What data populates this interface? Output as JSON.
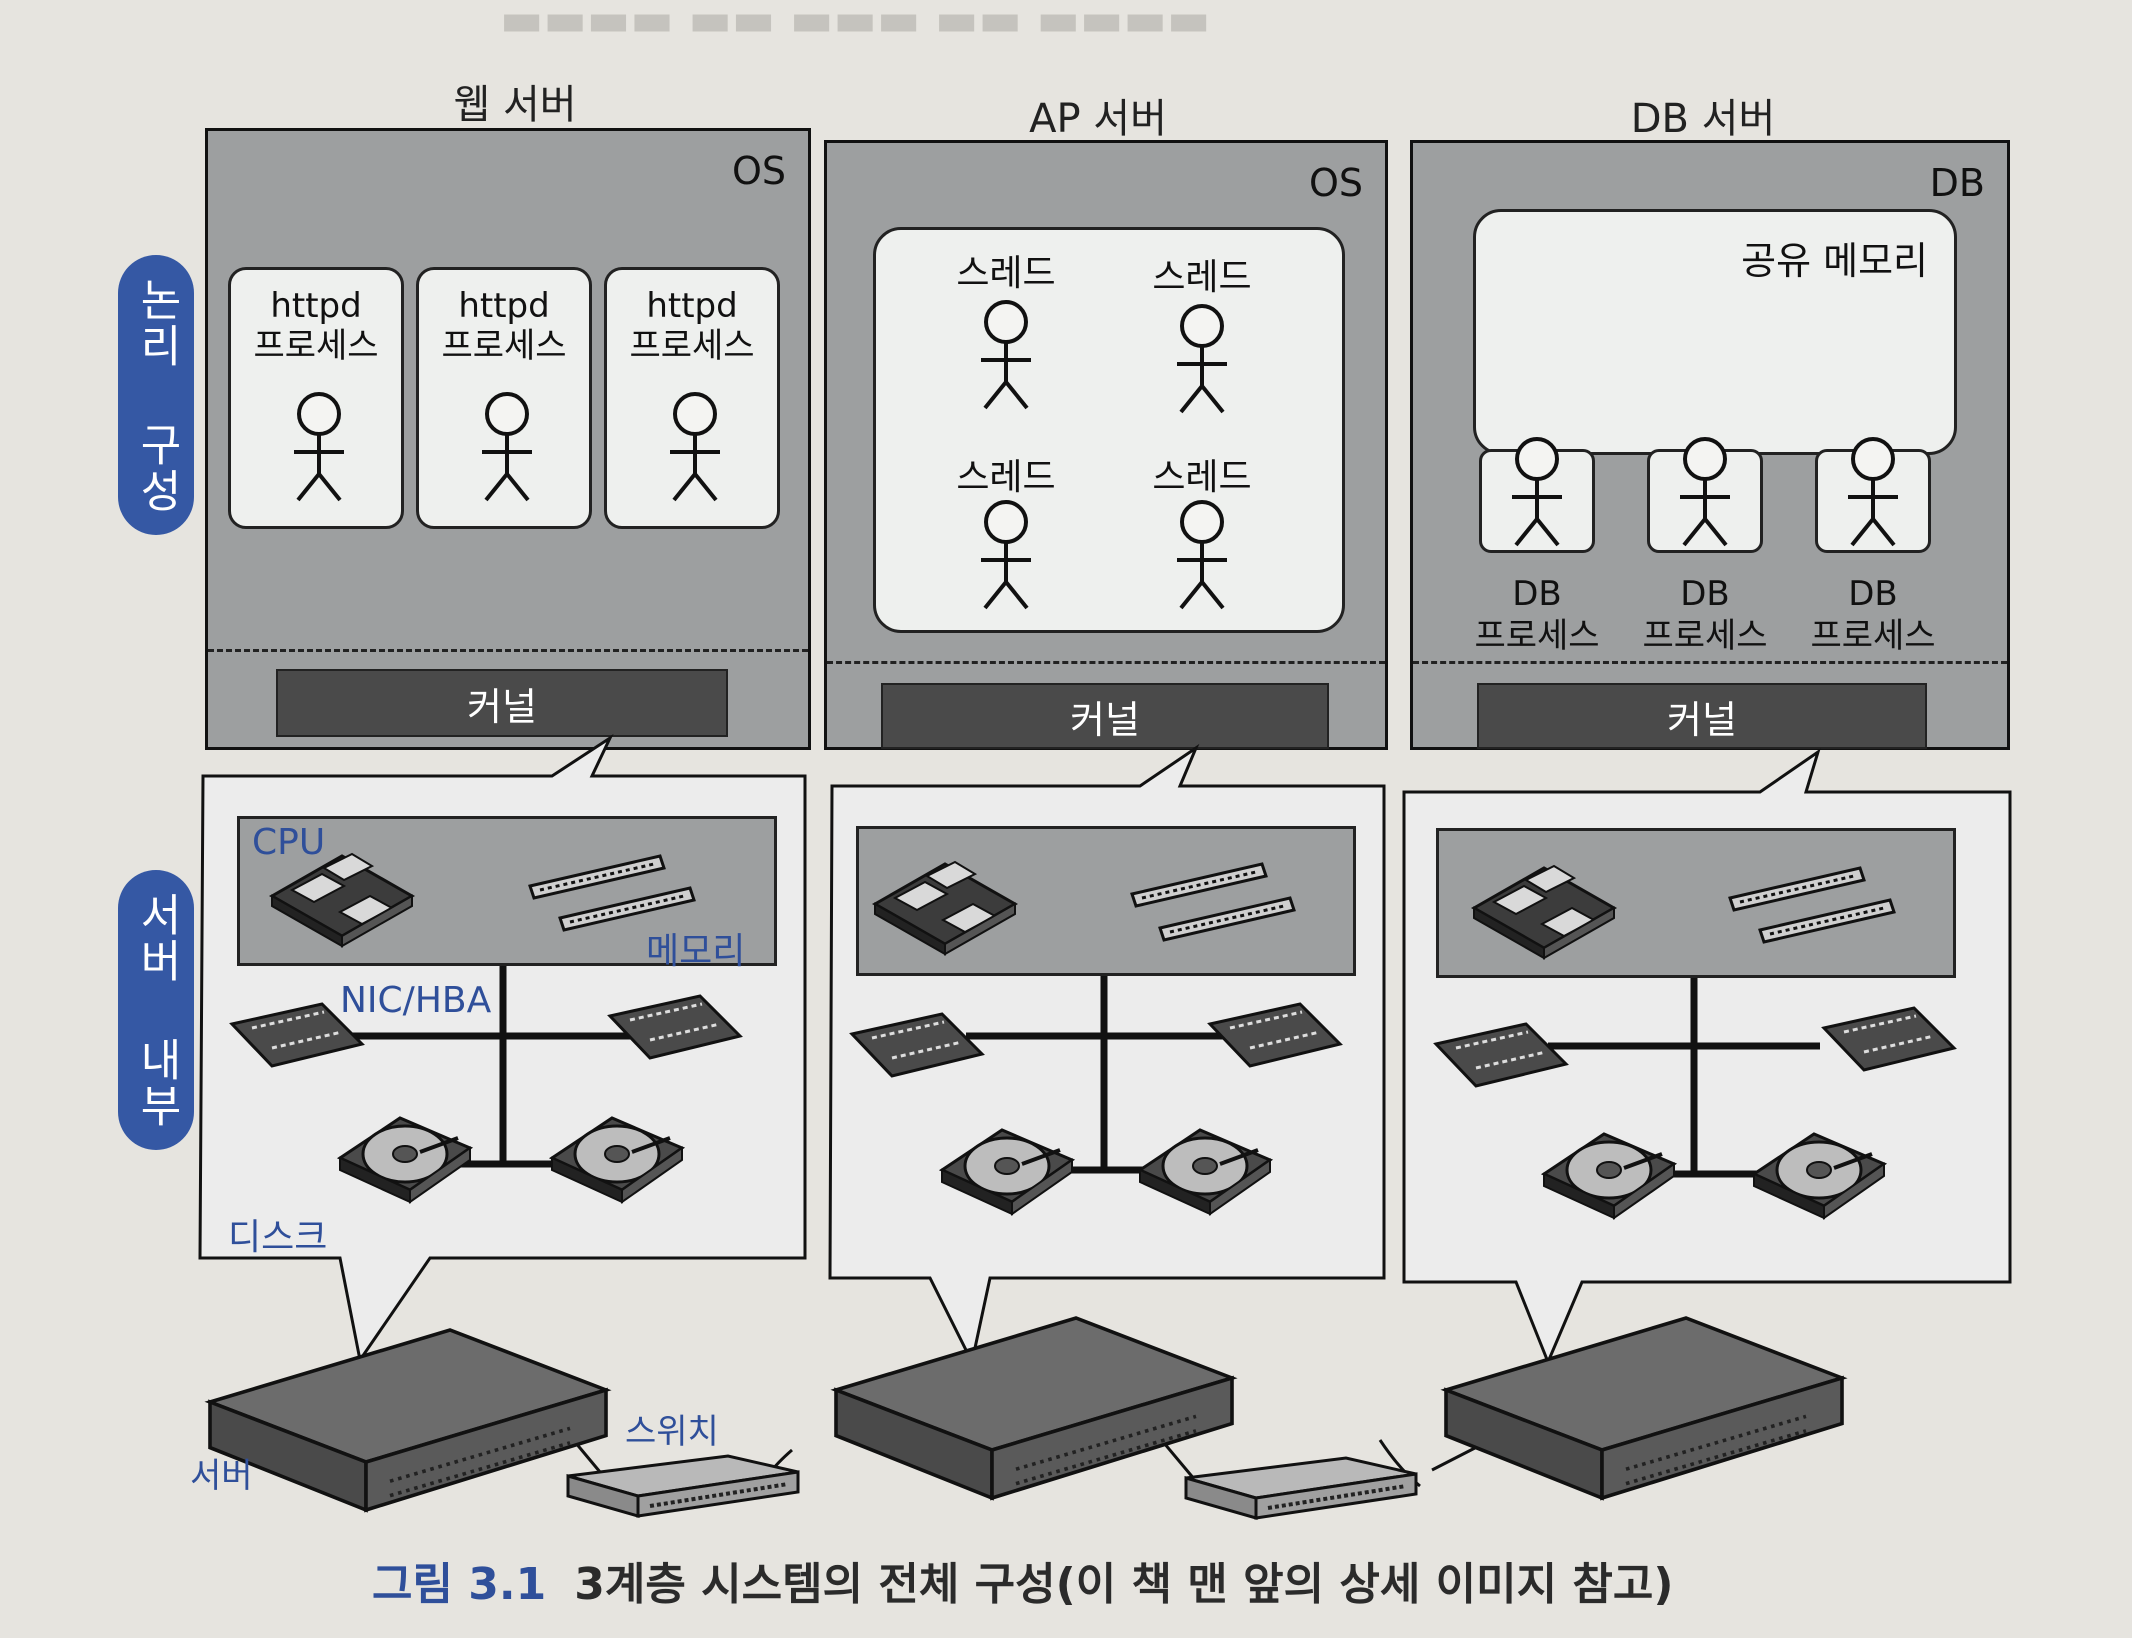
{
  "servers": [
    {
      "title": "웹 서버",
      "os_label": "OS",
      "kernel_label": "커널",
      "processes": [
        {
          "line1": "httpd",
          "line2": "프로세스"
        },
        {
          "line1": "httpd",
          "line2": "프로세스"
        },
        {
          "line1": "httpd",
          "line2": "프로세스"
        }
      ]
    },
    {
      "title": "AP 서버",
      "os_label": "OS",
      "kernel_label": "커널",
      "threads": [
        "스레드",
        "스레드",
        "스레드",
        "스레드"
      ]
    },
    {
      "title": "DB 서버",
      "os_label": "DB",
      "kernel_label": "커널",
      "shared_memory_label": "공유 메모리",
      "db_processes": [
        {
          "line1": "DB",
          "line2": "프로세스"
        },
        {
          "line1": "DB",
          "line2": "프로세스"
        },
        {
          "line1": "DB",
          "line2": "프로세스"
        }
      ]
    }
  ],
  "side_labels": {
    "logical": "논리 구성",
    "internal": "서버 내부"
  },
  "hardware_labels": {
    "cpu": "CPU",
    "memory": "메모리",
    "nic_hba": "NIC/HBA",
    "disk": "디스크"
  },
  "network_labels": {
    "server": "서버",
    "switch": "스위치"
  },
  "caption": {
    "figure": "그림 3.1",
    "text": "3계층 시스템의 전체 구성(이 책 맨 앞의 상세 이미지 참고)"
  }
}
